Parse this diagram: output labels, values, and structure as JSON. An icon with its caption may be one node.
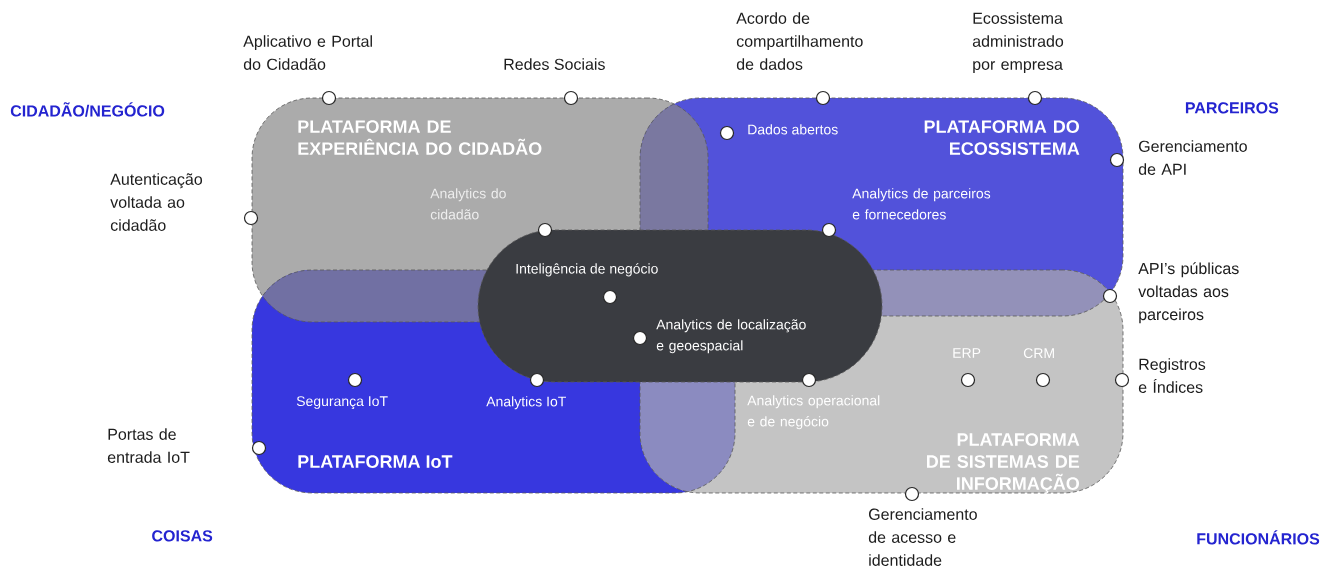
{
  "diagram": {
    "nodes": [
      {
        "text": [
          "PLATAFORMA DE EXPERIÊNCIA DO CIDADÃO"
        ]
      },
      {
        "text": [
          "PLATAFORMA DO ECOSSISTEMA"
        ]
      },
      {
        "text": [
          "PLATAFORMA IoT"
        ]
      },
      {
        "text": [
          "PLATAFORMA DE SISTEMAS DE INFORMAÇÃO"
        ]
      },
      {
        "text": [],
        "shape": "box"
      }
    ],
    "labels": [
      "Acordo de compartilhamento de dados",
      "Ecossistema administrado por empresa",
      "Aplicativo e Portal do Cidadão",
      "Redes Sociais",
      "CIDADÃO/NEGÓCIO",
      "PARCEIROS",
      "Dados abertos",
      "Gerenciamento de API",
      "Autenticação voltada ao cidadão",
      "Analytics do cidadão",
      "Analytics de parceiros e fornecedores",
      "Inteligência de negócio",
      "API’s públicas voltadas aos parceiros",
      "Analytics de localização e geoespacial",
      "ERP",
      "CRM",
      "Segurança IoT",
      "Analytics IoT",
      "Registros e Índices",
      "Analytics operacional e de negócio",
      "Portas de entrada IoT",
      "Gerenciamento de acesso e identidade",
      "COISAS",
      "FUNCIONÁRIOS"
    ]
  }
}
